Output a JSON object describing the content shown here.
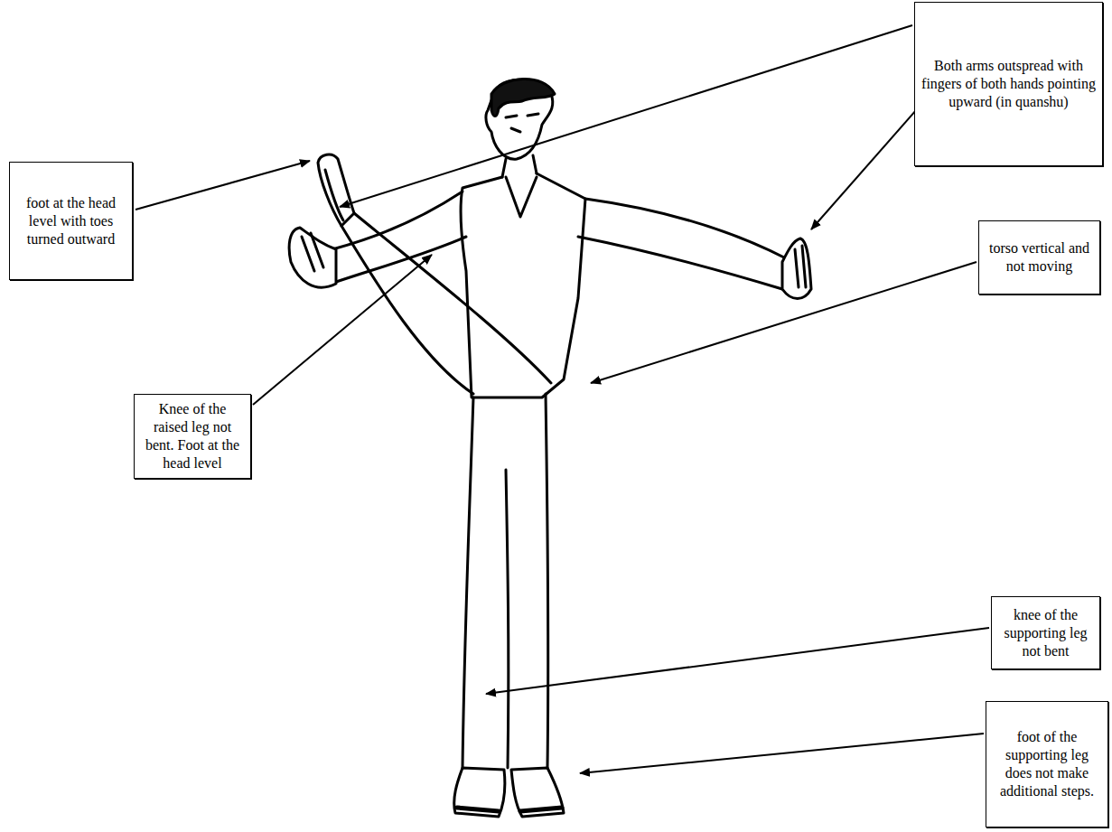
{
  "diagram": {
    "nodes": [
      {
        "text": [
          "foot at the head level with toes turned outward"
        ]
      },
      {
        "text": [
          "Both arms outspread with fingers of both hands pointing upward (in quanshu)"
        ]
      },
      {
        "text": [
          "torso vertical and not moving"
        ]
      },
      {
        "text": [
          "Knee of the raised leg not bent. Foot at the head level"
        ]
      },
      {
        "text": [
          "knee of the supporting leg not bent"
        ]
      },
      {
        "text": [
          "foot of the supporting leg does not make additional steps."
        ]
      }
    ]
  }
}
